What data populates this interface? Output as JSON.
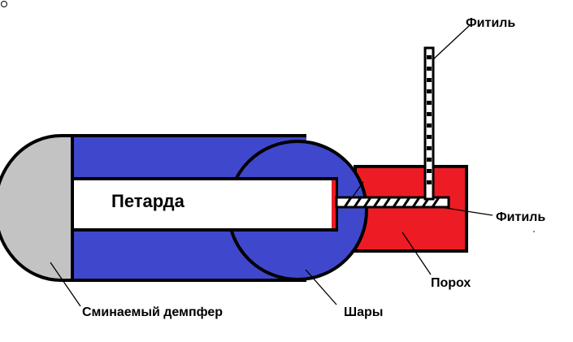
{
  "labels": {
    "petarda": "Петарда",
    "fitil_top": "Фитиль",
    "fitil_right": "Фитиль",
    "porokh": "Порох",
    "shary": "Шары",
    "dempfer": "Сминаемый демпфер"
  },
  "colors": {
    "body": "#3f48cc",
    "damper": "#c3c3c3",
    "powder": "#ed1c24",
    "outline": "#000000",
    "core": "#ffffff"
  }
}
